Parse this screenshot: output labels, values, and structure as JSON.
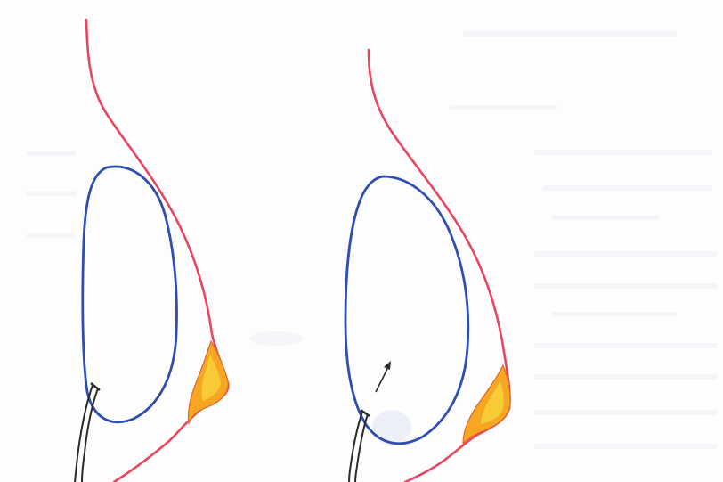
{
  "colors": {
    "background": "#fdfdfe",
    "skin_outline": "#e8455e",
    "implant_outline": "#2f4fb0",
    "nipple_fill": "#f5a623",
    "nipple_core": "#f7d03a",
    "nipple_edge": "#e0662a",
    "instrument": "#2b2b2b",
    "arrow": "#2b2b2b",
    "bleed_through": "#e6e9f2"
  },
  "panels": [
    {
      "id": "left",
      "elements": [
        "skin-contour",
        "implant-outline",
        "nipple",
        "insertion-instrument"
      ]
    },
    {
      "id": "right",
      "elements": [
        "skin-contour",
        "implant-outline",
        "nipple",
        "insertion-instrument",
        "direction-arrow"
      ]
    }
  ]
}
